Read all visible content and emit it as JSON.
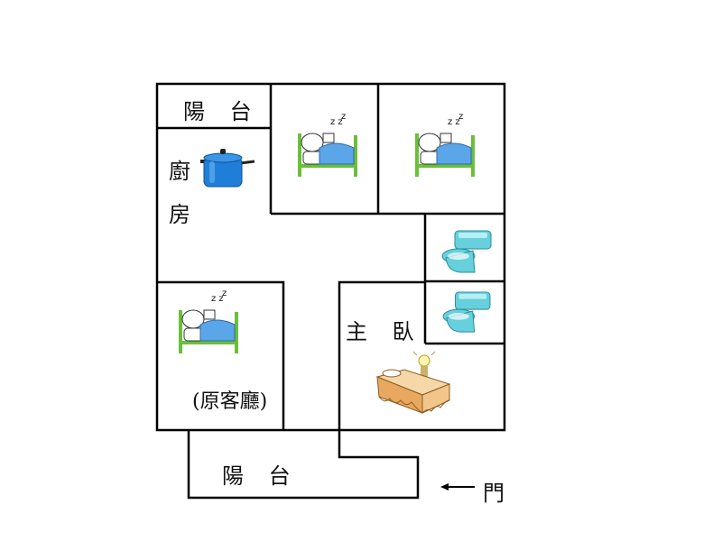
{
  "rooms": {
    "balcony_top": "陽 台",
    "kitchen_char1": "廚",
    "kitchen_char2": "房",
    "master_bedroom": "主 臥",
    "former_living_room": "(原客廳)",
    "balcony_bottom": "陽 台"
  },
  "door": {
    "label": "門",
    "arrow": "←"
  },
  "icons": {
    "bedroom_1": "sleeping-bed-icon",
    "bedroom_2": "sleeping-bed-icon",
    "bedroom_3": "sleeping-bed-icon",
    "kitchen": "cooking-pot-icon",
    "toilet_1": "toilet-icon",
    "toilet_2": "toilet-icon",
    "master_bed": "canopy-bed-icon"
  },
  "colors": {
    "walls": "#000000",
    "pot": "#1f7fd8",
    "bed_frame": "#6bbf3a",
    "blanket": "#5aa6e8",
    "toilet": "#66d0dc",
    "master_bed": "#f2c68a"
  }
}
